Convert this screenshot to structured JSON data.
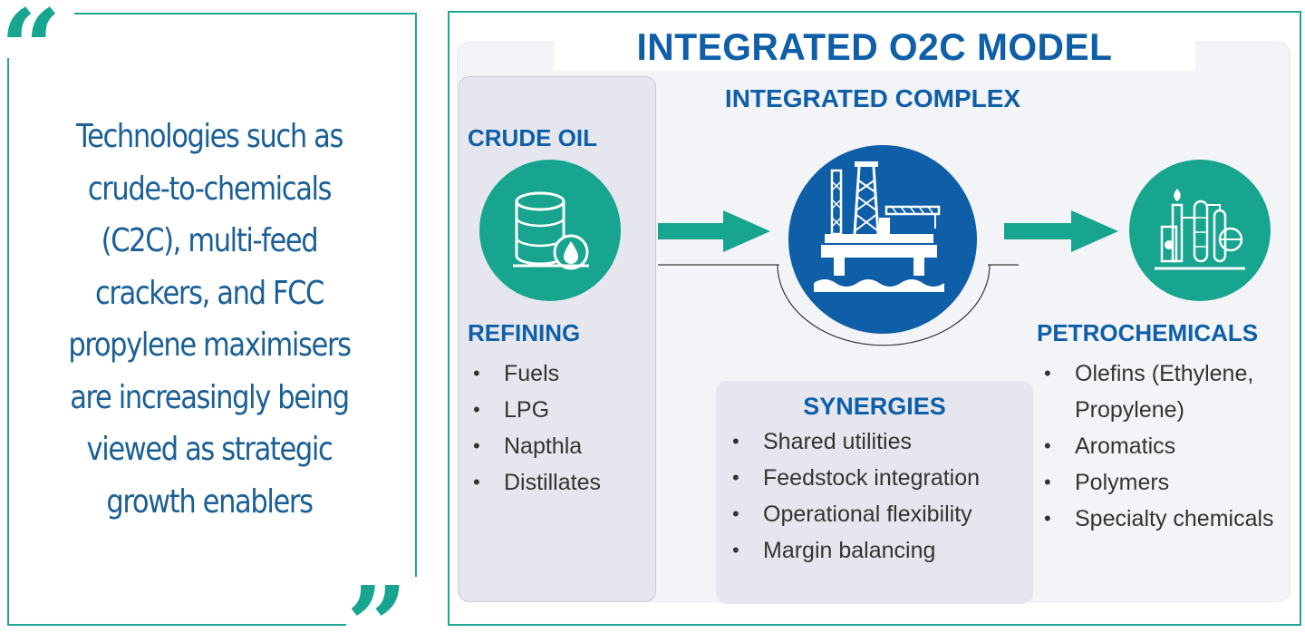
{
  "quote": {
    "open_mark": "“",
    "close_mark": "”",
    "text": "Technologies such as crude-to-chemicals (C2C), multi-feed crackers, and FCC propylene maximisers are increasingly being viewed as strategic growth enablers"
  },
  "diagram": {
    "title": "INTEGRATED O2C MODEL",
    "complex_title": "INTEGRATED COMPLEX",
    "crude_label": "CRUDE OIL",
    "refining": {
      "label": "REFINING",
      "items": [
        "Fuels",
        "LPG",
        "Napthla",
        "Distillates"
      ]
    },
    "synergies": {
      "label": "SYNERGIES",
      "items": [
        "Shared utilities",
        "Feedstock integration",
        "Operational flexibility",
        "Margin balancing"
      ]
    },
    "petrochemicals": {
      "label": "PETROCHEMICALS",
      "items": [
        "Olefins (Ethylene, Propylene)",
        "Aromatics",
        "Polymers",
        "Specialty chemicals"
      ]
    },
    "icons": {
      "crude": "oil-barrel-icon",
      "complex": "offshore-rig-icon",
      "petro": "chemical-plant-icon"
    }
  },
  "colors": {
    "teal": "#17a58f",
    "blue": "#0e5ea8",
    "quote_text": "#1a5f96",
    "border": "#1fa596"
  }
}
